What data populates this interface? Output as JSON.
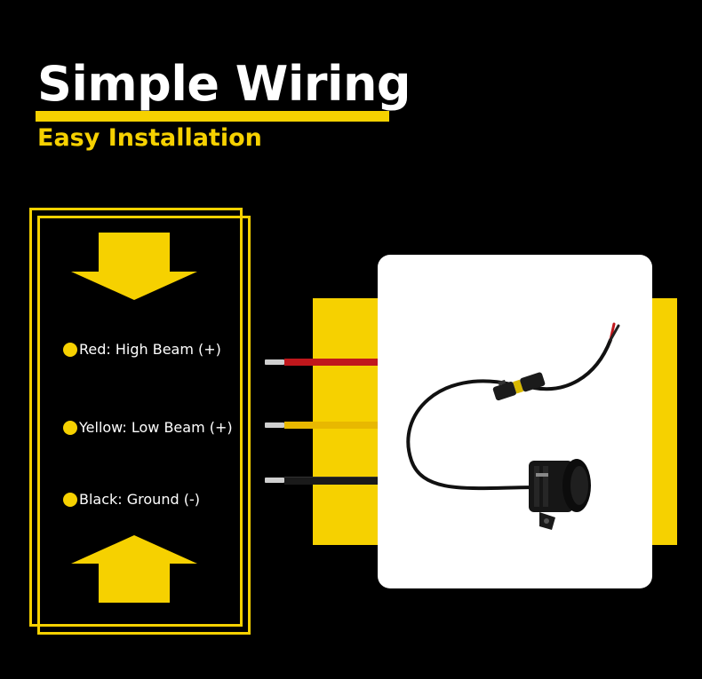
{
  "header": {
    "title": "Simple Wiring",
    "subtitle": "Easy Installation"
  },
  "legend": {
    "items": [
      {
        "label": "Red: High Beam (+)"
      },
      {
        "label": "Yellow: Low Beam (+)"
      },
      {
        "label": "Black: Ground (-)"
      }
    ]
  },
  "colors": {
    "background": "#000000",
    "accent_yellow": "#f6d100",
    "wire_red": "#c0171c",
    "wire_yellow": "#e8b800",
    "wire_black": "#1a1a1a"
  },
  "icons": [
    "arrow-down-icon",
    "arrow-up-icon",
    "bullet-dot-icon"
  ]
}
